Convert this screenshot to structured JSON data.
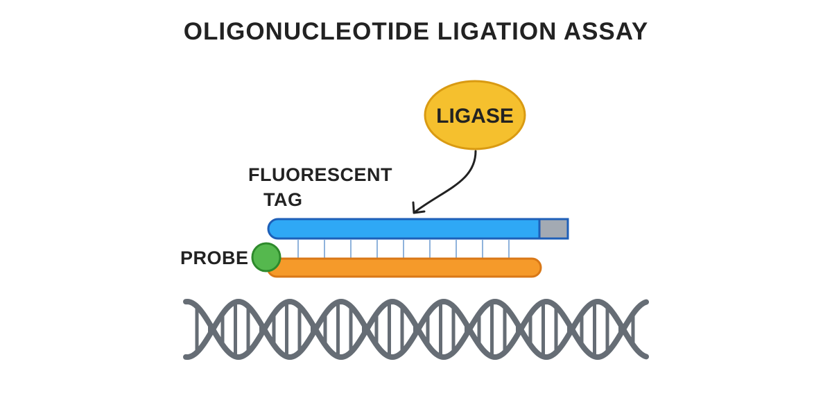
{
  "title": "OLIGONUCLEOTIDE LIGATION ASSAY",
  "labels": {
    "ligase": "LIGASE",
    "fluorescent_tag_line1": "FLUORESCENT",
    "fluorescent_tag_line2": "TAG",
    "probe": "PROBE"
  },
  "colors": {
    "ligase_fill": "#F5C02E",
    "ligase_stroke": "#D99A12",
    "blue_strand": "#2FA8F5",
    "blue_stroke": "#1E5FB8",
    "orange_strand": "#F59A2A",
    "orange_stroke": "#D97817",
    "tag_block": "#A3AAB3",
    "probe_fill": "#55B84E",
    "probe_stroke": "#2E8A2C",
    "rungs": "#8FB3DC",
    "dna_helix": "#666D75",
    "text": "#222222"
  }
}
